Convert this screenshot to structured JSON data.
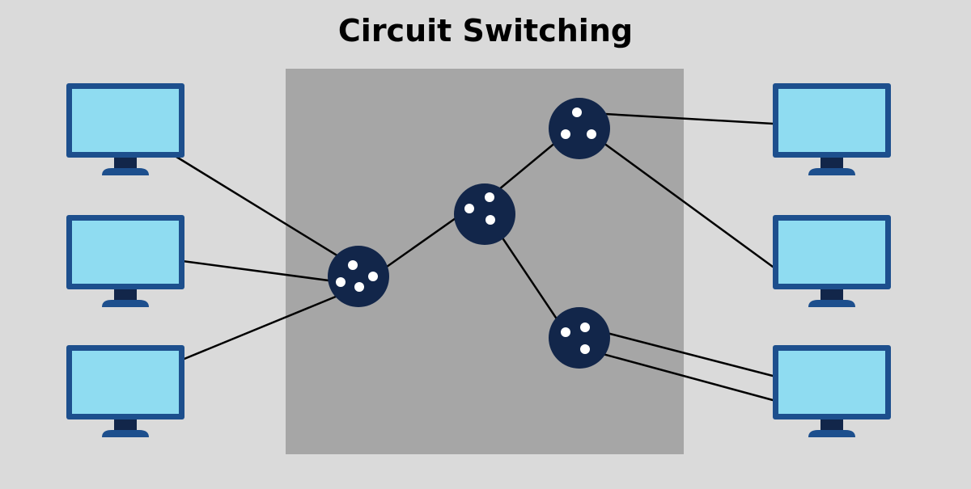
{
  "title": "Circuit Switching",
  "colors": {
    "background": "#dadada",
    "network_area": "#a6a6a6",
    "monitor_frame": "#1d4f8d",
    "monitor_screen": "#8fdcf1",
    "switch_node": "#12264a",
    "port": "#ffffff",
    "connection_line": "#000000"
  },
  "icons": {
    "computer": "monitor-icon",
    "switch": "switch-node-icon"
  },
  "left_computers": [
    "computer",
    "computer",
    "computer"
  ],
  "right_computers": [
    "computer",
    "computer",
    "computer"
  ],
  "switches": [
    "switch",
    "switch",
    "switch",
    "switch"
  ]
}
